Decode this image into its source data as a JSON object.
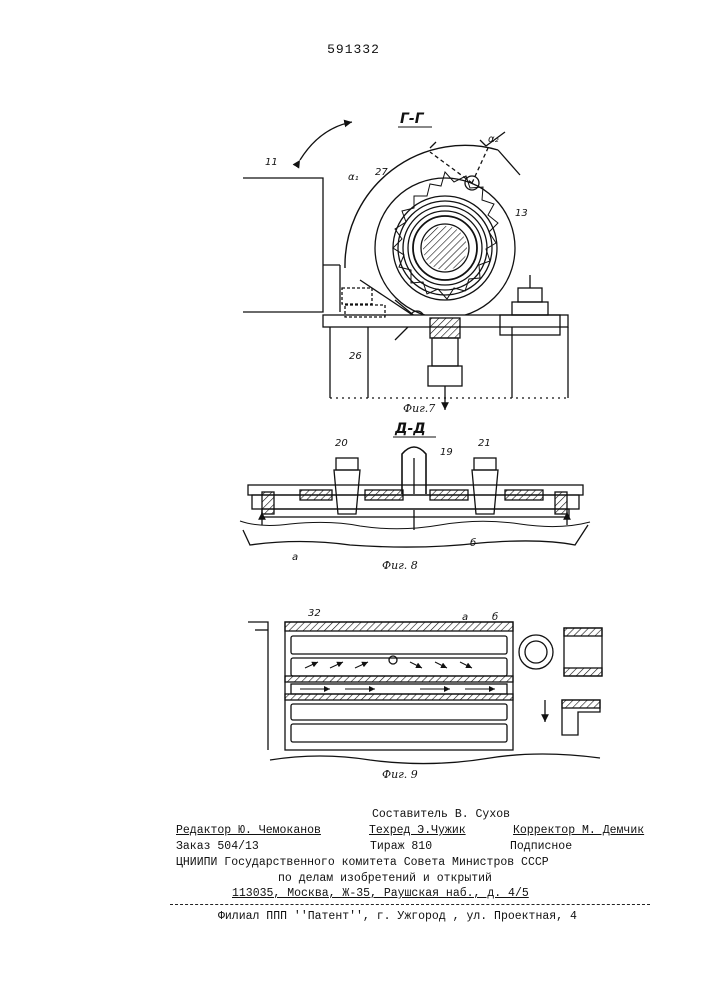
{
  "page_number": "591332",
  "fig7": {
    "section_label": "Г-Г",
    "caption": "Фиг.7",
    "labels": {
      "l11": "11",
      "l27": "27",
      "l13": "13",
      "l26": "26",
      "a1": "α₁",
      "a2": "α₂"
    }
  },
  "fig8": {
    "section_label": "Д-Д",
    "caption": "Фиг. 8",
    "labels": {
      "l20": "20",
      "l19": "19",
      "l21": "21",
      "la": "а",
      "lb": "б"
    }
  },
  "fig9": {
    "caption": "Фиг. 9",
    "labels": {
      "l32": "32",
      "la": "а",
      "lb": "б"
    }
  },
  "colophon": {
    "compiler": "Составитель В. Сухов",
    "editor": "Редактор Ю. Чемоканов",
    "techred": "Техред Э.Чужик",
    "corrector": "Корректор М. Демчик",
    "order": "Заказ 504/13",
    "circulation": "Тираж 810",
    "subscription": "Подписное",
    "org1": "ЦНИИПИ Государственного комитета Совета Министров СССР",
    "org2": "по делам изобретений и открытий",
    "address": "113035, Москва, Ж-35, Раушская наб., д. 4/5",
    "branch": "Филиал ППП ''Патент'', г. Ужгород , ул. Проектная, 4"
  }
}
